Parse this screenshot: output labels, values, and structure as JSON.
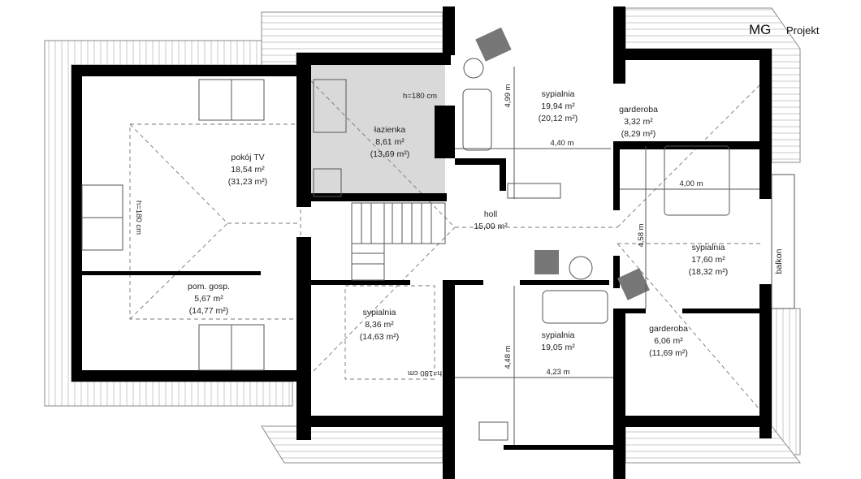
{
  "logo": {
    "brand": "MG",
    "name": "Projekt"
  },
  "rooms": {
    "pokoj_tv": {
      "name": "pokój TV",
      "area": "18,54 m²",
      "gross": "(31,23 m²)"
    },
    "pom_gosp": {
      "name": "pom. gosp.",
      "area": "5,67 m²",
      "gross": "(14,77 m²)"
    },
    "lazienka": {
      "name": "łazienka",
      "area": "8,61 m²",
      "gross": "(13,69 m²)"
    },
    "sypialnia_1": {
      "name": "sypialnia",
      "area": "19,94 m²",
      "gross": "(20,12 m²)"
    },
    "garderoba_1": {
      "name": "garderoba",
      "area": "3,32 m²",
      "gross": "(8,29 m²)"
    },
    "holl": {
      "name": "holl",
      "area": "15,00 m²"
    },
    "sypialnia_2": {
      "name": "sypialnia",
      "area": "17,60 m²",
      "gross": "(18,32 m²)"
    },
    "sypialnia_3": {
      "name": "sypialnia",
      "area": "8,36 m²",
      "gross": "(14,63 m²)"
    },
    "sypialnia_4": {
      "name": "sypialnia",
      "area": "19,05 m²"
    },
    "garderoba_2": {
      "name": "garderoba",
      "area": "6,06 m²",
      "gross": "(11,69 m²)"
    },
    "balkon": {
      "name": "balkon"
    }
  },
  "dimensions": {
    "d1": "4,99 m",
    "d2": "4,40 m",
    "d3": "4,00 m",
    "d4": "4,58 m",
    "d5": "4,48 m",
    "d6": "4,23 m",
    "h1": "h=180 cm",
    "h2": "h=180 cm",
    "h3": "h=180 cm"
  }
}
